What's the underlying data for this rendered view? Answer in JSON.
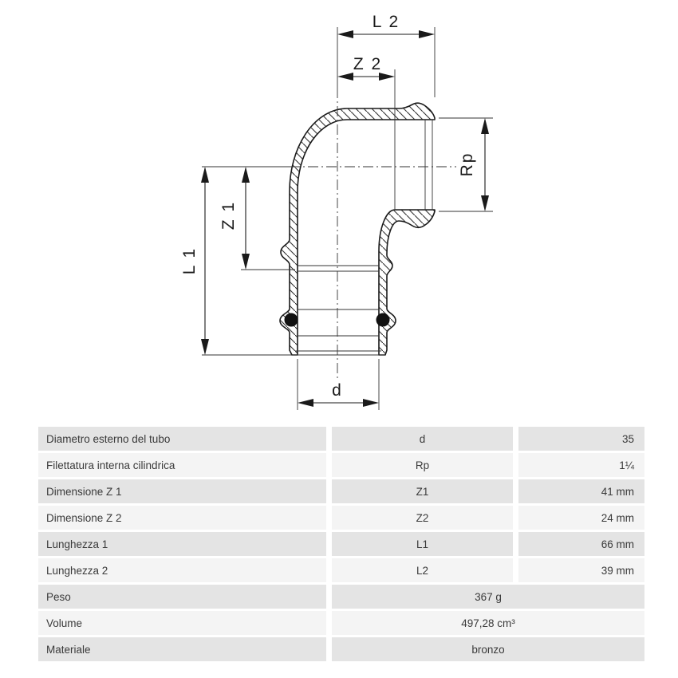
{
  "diagram": {
    "labels": {
      "l2": "L 2",
      "z2": "Z 2",
      "rp": "Rp",
      "z1": "Z 1",
      "l1": "L 1",
      "d": "d"
    },
    "line_color": "#1a1a1a",
    "oring_color": "#111111"
  },
  "table": {
    "rows": [
      {
        "label": "Diametro esterno del tubo",
        "symbol": "d",
        "value": "35"
      },
      {
        "label": "Filettatura interna cilindrica",
        "symbol": "Rp",
        "value": "1¼"
      },
      {
        "label": "Dimensione Z 1",
        "symbol": "Z1",
        "value": "41 mm"
      },
      {
        "label": "Dimensione Z 2",
        "symbol": "Z2",
        "value": "24 mm"
      },
      {
        "label": "Lunghezza 1",
        "symbol": "L1",
        "value": "66 mm"
      },
      {
        "label": "Lunghezza 2",
        "symbol": "L2",
        "value": "39 mm"
      },
      {
        "label": "Peso",
        "value": "367 g"
      },
      {
        "label": "Volume",
        "value": "497,28 cm³"
      },
      {
        "label": "Materiale",
        "value": "bronzo"
      }
    ],
    "colors": {
      "row_odd": "#e4e4e4",
      "row_even": "#f4f4f4",
      "text": "#3a3a3a"
    }
  }
}
